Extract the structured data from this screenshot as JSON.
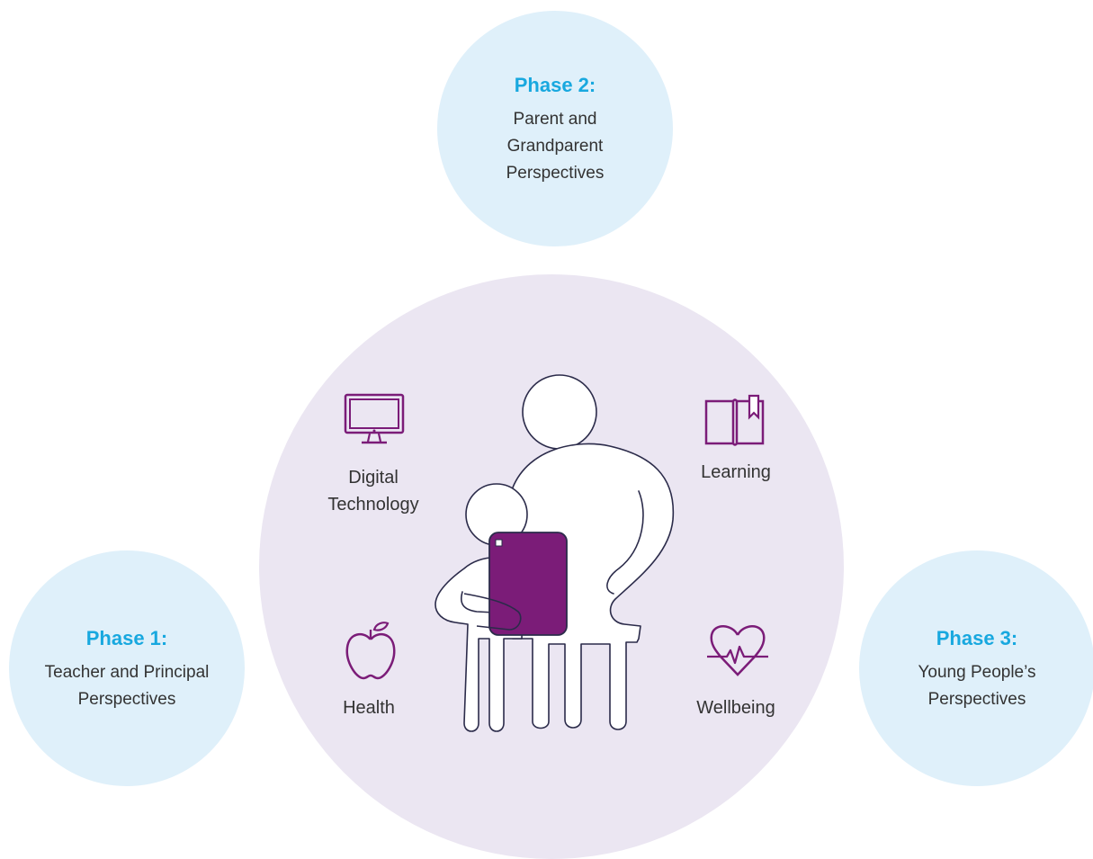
{
  "phases": [
    {
      "title": "Phase 2:",
      "lines": [
        "Parent and",
        "Grandparent",
        "Perspectives"
      ]
    },
    {
      "title": "Phase 1:",
      "lines": [
        "Teacher and Principal",
        "Perspectives"
      ]
    },
    {
      "title": "Phase 3:",
      "lines": [
        "Young People’s",
        "Perspectives"
      ]
    }
  ],
  "themes": {
    "digital": {
      "lines": [
        "Digital",
        "Technology"
      ],
      "icon": "monitor-icon"
    },
    "learning": {
      "lines": [
        "Learning"
      ],
      "icon": "book-icon"
    },
    "health": {
      "lines": [
        "Health"
      ],
      "icon": "apple-icon"
    },
    "wellbeing": {
      "lines": [
        "Wellbeing"
      ],
      "icon": "heartbeat-icon"
    }
  },
  "colors": {
    "phase_title": "#18a8df",
    "phase_circle": "#dff0fa",
    "center_circle": "#ebe6f2",
    "icon_purple": "#7b1c78",
    "outline": "#2b2b4a"
  }
}
